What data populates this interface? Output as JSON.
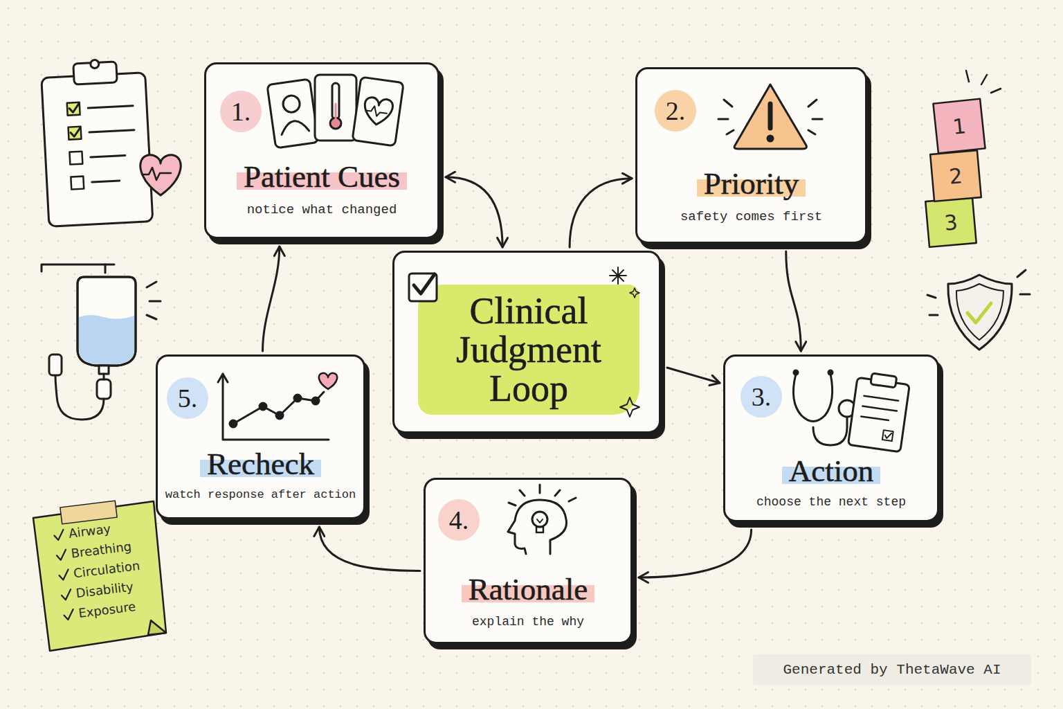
{
  "diagram": {
    "nodes": [
      {
        "text": [
          "1.",
          "Patient Cues",
          "notice what changed"
        ]
      },
      {
        "text": [
          "2.",
          "Priority",
          "safety comes first"
        ]
      },
      {
        "text": [
          "Clinical Judgment Loop"
        ]
      },
      {
        "text": [
          "3.",
          "Action",
          "choose the next step"
        ]
      },
      {
        "text": [
          "4.",
          "Rationale",
          "explain the why"
        ]
      },
      {
        "text": [
          "5.",
          "Recheck",
          "watch response after action"
        ]
      }
    ],
    "edges": [
      {
        "from": 0,
        "to": 2,
        "arrow": "both"
      },
      {
        "from": 2,
        "to": 1,
        "arrow": "to"
      },
      {
        "from": 1,
        "to": 3,
        "arrow": "to"
      },
      {
        "from": 2,
        "to": 3,
        "arrow": "to"
      },
      {
        "from": 3,
        "to": 4,
        "arrow": "to"
      },
      {
        "from": 4,
        "to": 5,
        "arrow": "to"
      },
      {
        "from": 5,
        "to": 0,
        "arrow": "to"
      }
    ],
    "labels": [
      "1",
      "2",
      "3",
      "Airway",
      "Breathing",
      "Circulation",
      "Disability",
      "Exposure",
      "Generated by ThetaWave AI"
    ]
  }
}
